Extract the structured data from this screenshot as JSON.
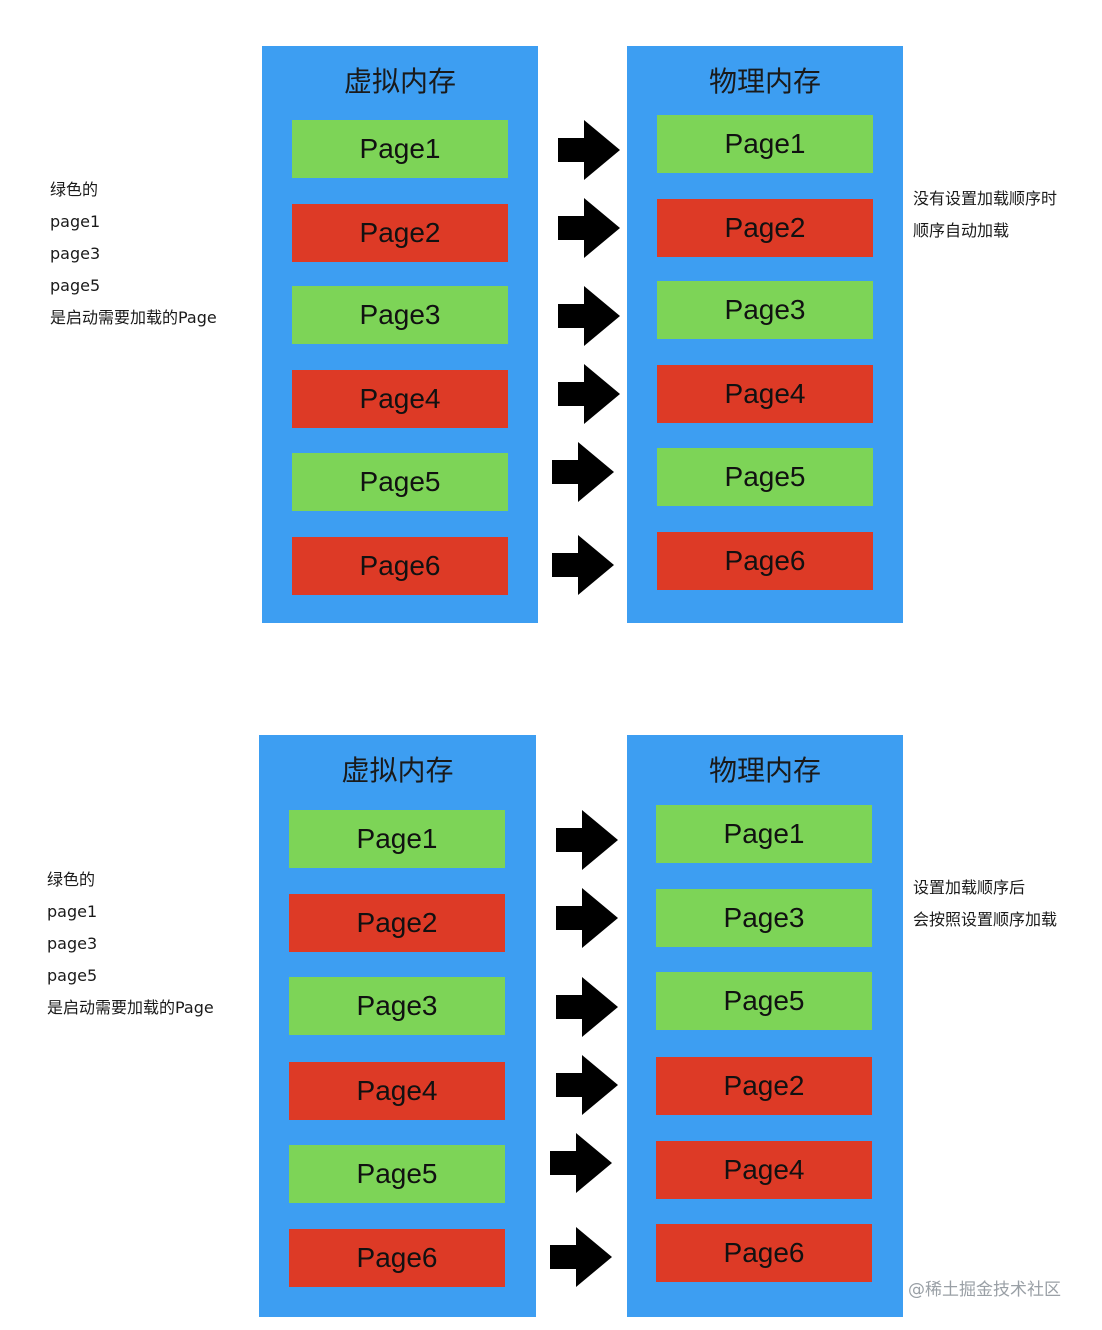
{
  "colors": {
    "panel": "#3d9ef2",
    "loaded_page": "#7dd457",
    "unloaded_page": "#dd3a26",
    "arrow": "#000000"
  },
  "diagrams": [
    {
      "virtual_title": "虚拟内存",
      "physical_title": "物理内存",
      "virtual_pages": [
        {
          "label": "Page1",
          "color": "green"
        },
        {
          "label": "Page2",
          "color": "red"
        },
        {
          "label": "Page3",
          "color": "green"
        },
        {
          "label": "Page4",
          "color": "red"
        },
        {
          "label": "Page5",
          "color": "green"
        },
        {
          "label": "Page6",
          "color": "red"
        }
      ],
      "physical_pages": [
        {
          "label": "Page1",
          "color": "green"
        },
        {
          "label": "Page2",
          "color": "red"
        },
        {
          "label": "Page3",
          "color": "green"
        },
        {
          "label": "Page4",
          "color": "red"
        },
        {
          "label": "Page5",
          "color": "green"
        },
        {
          "label": "Page6",
          "color": "red"
        }
      ],
      "left_note": [
        "绿色的",
        "page1",
        "page3",
        "page5",
        "是启动需要加载的Page"
      ],
      "right_note": [
        "没有设置加载顺序时",
        "顺序自动加载"
      ]
    },
    {
      "virtual_title": "虚拟内存",
      "physical_title": "物理内存",
      "virtual_pages": [
        {
          "label": "Page1",
          "color": "green"
        },
        {
          "label": "Page2",
          "color": "red"
        },
        {
          "label": "Page3",
          "color": "green"
        },
        {
          "label": "Page4",
          "color": "red"
        },
        {
          "label": "Page5",
          "color": "green"
        },
        {
          "label": "Page6",
          "color": "red"
        }
      ],
      "physical_pages": [
        {
          "label": "Page1",
          "color": "green"
        },
        {
          "label": "Page3",
          "color": "green"
        },
        {
          "label": "Page5",
          "color": "green"
        },
        {
          "label": "Page2",
          "color": "red"
        },
        {
          "label": "Page4",
          "color": "red"
        },
        {
          "label": "Page6",
          "color": "red"
        }
      ],
      "left_note": [
        "绿色的",
        "page1",
        "page3",
        "page5",
        "是启动需要加载的Page"
      ],
      "right_note": [
        "设置加载顺序后",
        "会按照设置顺序加载"
      ]
    }
  ],
  "watermark": "@稀土掘金技术社区"
}
